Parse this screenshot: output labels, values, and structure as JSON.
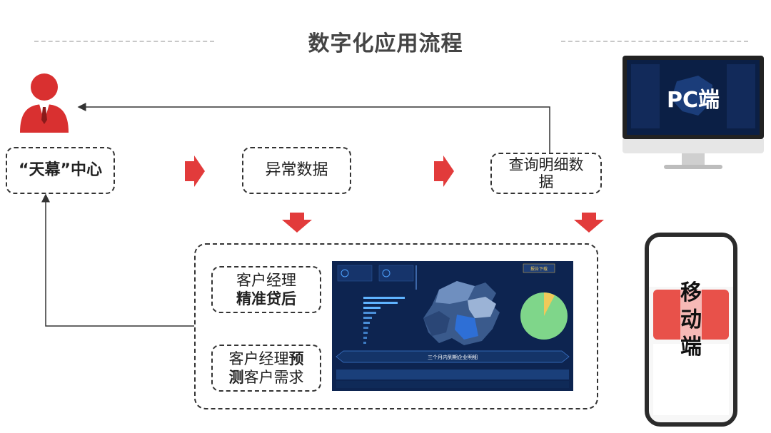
{
  "title": "数字化应用流程",
  "nodes": {
    "tianmu": {
      "quote_open": "“",
      "name": "天幕",
      "quote_close": "”",
      "rest": "中心"
    },
    "anomaly": "异常数据",
    "query": {
      "line1": "查询明细数",
      "line2": "据"
    }
  },
  "inner": {
    "loan": {
      "line1": "客户经理",
      "line2": "精准贷后"
    },
    "predict": {
      "part1": "客户经理",
      "part1_bold": "预",
      "part2_bold": "测",
      "part2": "客户需求"
    }
  },
  "dashboard": {
    "banner": "三个月内到期企业明细",
    "badge": "报告下载"
  },
  "devices": {
    "pc": "PC端",
    "mobile": {
      "line1": "移",
      "line2": "动",
      "line3": "端"
    }
  },
  "colors": {
    "accent_red": "#e23b3b",
    "dash_bg": "#0d2450",
    "pie_green": "#7fd68a",
    "pie_yellow": "#f0c95a"
  }
}
